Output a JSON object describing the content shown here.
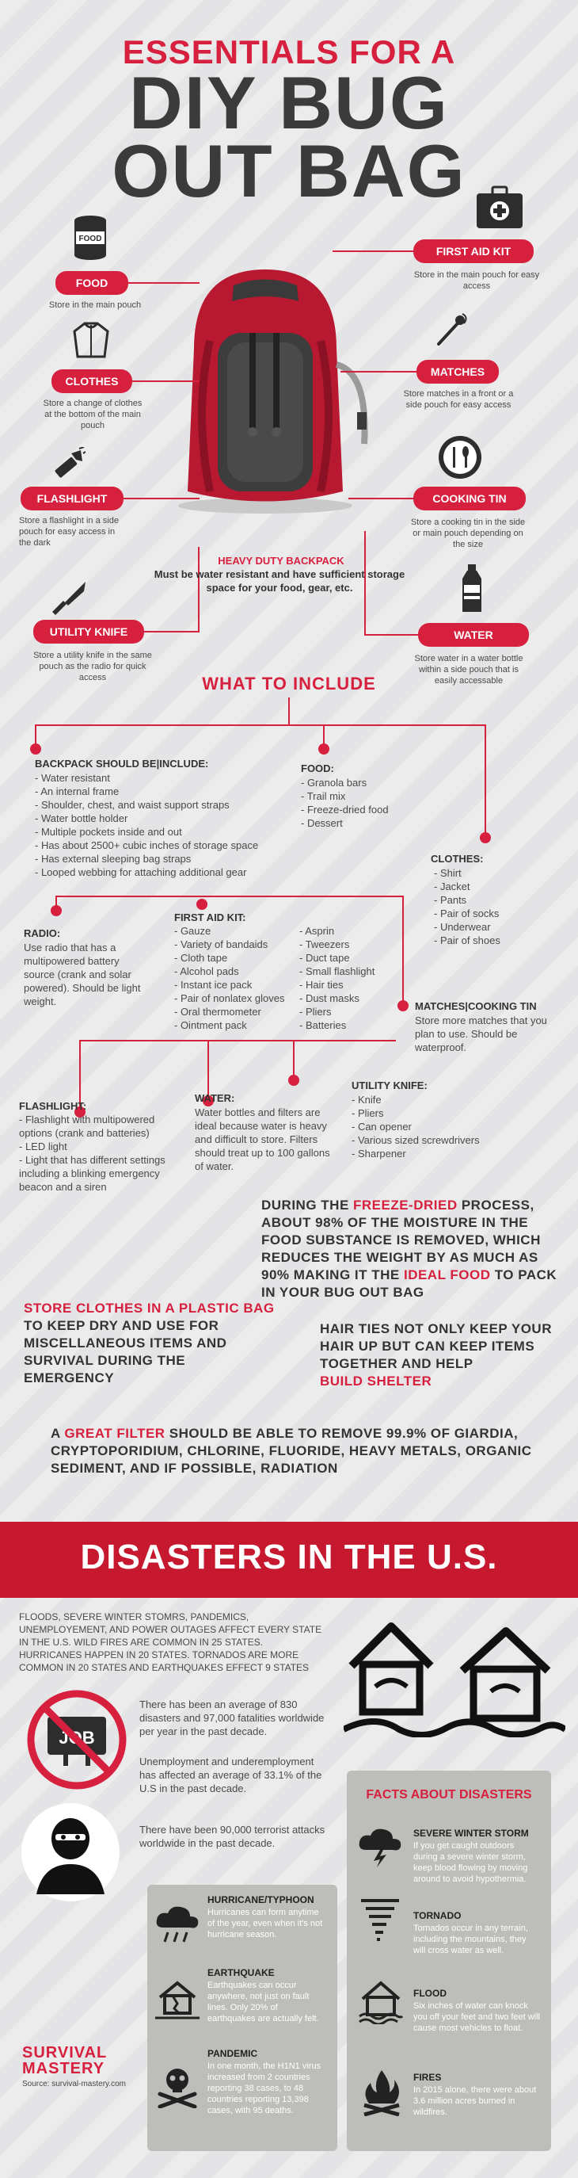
{
  "header": {
    "line1": "ESSENTIALS FOR A",
    "line2": "DIY BUG",
    "line3": "OUT BAG"
  },
  "items": {
    "food": {
      "label": "FOOD",
      "note": "Store in the main pouch",
      "can_text": "FOOD"
    },
    "clothes": {
      "label": "CLOTHES",
      "note": "Store a change of clothes at the bottom of the main pouch"
    },
    "flashlight": {
      "label": "FLASHLIGHT",
      "note": "Store a flashlight in a side pouch for easy access in the dark"
    },
    "utility_knife": {
      "label": "UTILITY KNIFE",
      "note": "Store a utility knife in the same pouch as the radio for quick access"
    },
    "first_aid": {
      "label": "FIRST AID KIT",
      "note": "Store in the main pouch for easy access"
    },
    "matches": {
      "label": "MATCHES",
      "note": "Store matches in a front or a side pouch for easy access"
    },
    "cooking_tin": {
      "label": "COOKING TIN",
      "note": "Store a cooking tin in the side or main pouch depending on the size"
    },
    "water": {
      "label": "WATER",
      "note": "Store water in a water bottle within a side pouch that is easily accessable"
    }
  },
  "backpack": {
    "title": "HEAVY DUTY BACKPACK",
    "desc": "Must be water resistant and have sufficient storage space for your food, gear, etc."
  },
  "what_to_include": {
    "title": "WHAT TO INCLUDE",
    "backpack_head": "BACKPACK SHOULD BE|INCLUDE:",
    "backpack_list": [
      "- Water resistant",
      "- An internal frame",
      "- Shoulder, chest, and waist support straps",
      "- Water bottle holder",
      "- Multiple pockets inside and out",
      "- Has about 2500+ cubic inches of storage space",
      "- Has external sleeping bag straps",
      "- Looped webbing for attaching additional gear"
    ],
    "food_head": "FOOD:",
    "food_list": [
      "- Granola bars",
      "- Trail mix",
      "- Freeze-dried food",
      "- Dessert"
    ],
    "clothes_head": "CLOTHES:",
    "clothes_list": [
      "- Shirt",
      "- Jacket",
      "- Pants",
      "- Pair of socks",
      "- Underwear",
      "- Pair of shoes"
    ],
    "radio_head": "RADIO:",
    "radio_text": "Use radio that has a multipowered battery source (crank and solar powered). Should be light weight.",
    "firstaid_head": "FIRST AID KIT:",
    "firstaid_list1": [
      "- Gauze",
      "- Variety of bandaids",
      "- Cloth tape",
      "- Alcohol pads",
      "- Instant ice pack",
      "- Pair of nonlatex gloves",
      "- Oral thermometer",
      "- Ointment pack"
    ],
    "firstaid_list2": [
      "- Asprin",
      "- Tweezers",
      "- Duct tape",
      "- Small flashlight",
      "- Hair ties",
      "- Dust masks",
      "- Pliers",
      "- Batteries"
    ],
    "matches_head": "MATCHES|COOKING TIN",
    "matches_text": "Store more matches that you plan to use. Should be waterproof.",
    "flashlight_head": "FLASHLIGHT:",
    "flashlight_list": [
      "- Flashlight with multipowered options (crank and batteries)",
      "- LED light",
      "- Light that has different settings including a blinking emergency beacon and a siren"
    ],
    "water_head": "WATER:",
    "water_text": "Water bottles and filters are ideal because water is heavy and difficult to store. Filters should treat up to 100 gallons of water.",
    "knife_head": "UTILITY KNIFE:",
    "knife_list": [
      "- Knife",
      "- Pliers",
      "- Can opener",
      "- Various sized screwdrivers",
      "- Sharpener"
    ]
  },
  "facts": {
    "freeze_pre": "DURING THE ",
    "freeze_hl": "FREEZE-DRIED",
    "freeze_mid": " PROCESS, ABOUT 98% OF THE MOISTURE IN THE FOOD SUBSTANCE IS REMOVED, WHICH REDUCES THE WEIGHT BY AS MUCH AS 90% MAKING IT THE ",
    "freeze_hl2": "IDEAL FOOD",
    "freeze_post": " TO PACK IN YOUR BUG OUT BAG",
    "clothes_hl": "STORE CLOTHES IN A PLASTIC BAG",
    "clothes_rest": "TO KEEP DRY AND USE FOR MISCELLANEOUS ITEMS AND SURVIVAL DURING THE EMERGENCY",
    "hair_rest": "HAIR TIES NOT ONLY KEEP YOUR HAIR UP BUT CAN KEEP ITEMS TOGETHER AND HELP",
    "hair_hl": "BUILD SHELTER",
    "filter_pre": "A ",
    "filter_hl": "GREAT FILTER",
    "filter_rest": " SHOULD BE ABLE TO REMOVE 99.9% OF GIARDIA, CRYPTOPORIDIUM, CHLORINE, FLUORIDE, HEAVY METALS, ORGANIC SEDIMENT, AND IF POSSIBLE, RADIATION"
  },
  "disasters": {
    "title": "DISASTERS IN THE U.S.",
    "intro": "FLOODS, SEVERE WINTER STOMRS, PANDEMICS, UNEMPLOYEMENT, AND POWER OUTAGES AFFECT EVERY STATE IN THE U.S. WILD FIRES ARE COMMON IN 25 STATES. HURRICANES HAPPEN IN 20 STATES. TORNADOS ARE MORE COMMON IN 20 STATES AND EARTHQUAKES EFFECT 9 STATES",
    "job_sign": "JOB",
    "stat1": "There has been an average of 830 disasters and 97,000 fatalities worldwide per year in the past decade.",
    "stat2": "Unemployment and underemployment has affected an average of 33.1% of the U.S in the past decade.",
    "stat3": "There have been 90,000 terrorist attacks worldwide in the past decade.",
    "facts_title": "FACTS ABOUT DISASTERS",
    "right_facts": [
      {
        "head": "SEVERE WINTER STORM",
        "text": "If you get caught outdoors during a severe winter storm, keep blood flowing by moving around to avoid hypothermia."
      },
      {
        "head": "TORNADO",
        "text": "Tornados occur in any terrain, including the mountains, they will cross water as well."
      },
      {
        "head": "FLOOD",
        "text": "Six inches of water can knock you off your feet and two feet will cause most vehicles to float."
      },
      {
        "head": "FIRES",
        "text": "In 2015 alone, there were about 3.6 million acres burned in wildfires."
      }
    ],
    "left_facts": [
      {
        "head": "HURRICANE/TYPHOON",
        "text": "Hurricanes can form anytime of the year, even when it's not hurricane season."
      },
      {
        "head": "EARTHQUAKE",
        "text": "Earthquakes can occur anywhere, not just on fault lines. Only 20% of earthquakes are actually felt."
      },
      {
        "head": "PANDEMIC",
        "text": "In one month, the H1N1 virus increased from 2 countries reporting 38 cases, to 48 countries reporting 13,398 cases, with 95 deaths."
      }
    ]
  },
  "footer": {
    "logo1": "SURVIVAL",
    "logo2": "MASTERY",
    "source": "Source: survival-mastery.com"
  }
}
